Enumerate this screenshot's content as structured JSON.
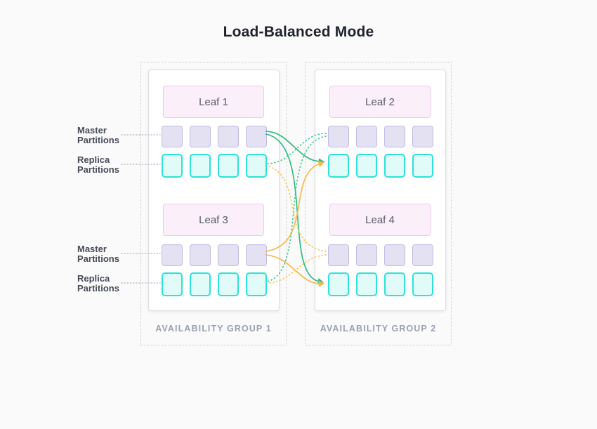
{
  "title": "Load-Balanced Mode",
  "side_labels": [
    {
      "line1": "Master",
      "line2": "Partitions"
    },
    {
      "line1": "Replica",
      "line2": "Partitions"
    },
    {
      "line1": "Master",
      "line2": "Partitions"
    },
    {
      "line1": "Replica",
      "line2": "Partitions"
    }
  ],
  "groups": [
    {
      "label": "AVAILABILITY GROUP 1",
      "leaves": [
        {
          "name": "Leaf 1",
          "master_partitions": 4,
          "replica_partitions": 4
        },
        {
          "name": "Leaf 3",
          "master_partitions": 4,
          "replica_partitions": 4
        }
      ]
    },
    {
      "label": "AVAILABILITY GROUP 2",
      "leaves": [
        {
          "name": "Leaf 2",
          "master_partitions": 4,
          "replica_partitions": 4
        },
        {
          "name": "Leaf 4",
          "master_partitions": 4,
          "replica_partitions": 4
        }
      ]
    }
  ],
  "connections": [
    {
      "from": "Leaf 1 master partitions",
      "to": "Leaf 2 replica partitions",
      "style": "solid",
      "color": "#33bd82",
      "arrow": true
    },
    {
      "from": "Leaf 1 master partitions",
      "to": "Leaf 4 replica partitions",
      "style": "solid",
      "color": "#33bd82",
      "arrow": true
    },
    {
      "from": "Leaf 3 master partitions",
      "to": "Leaf 2 replica partitions",
      "style": "solid",
      "color": "#f5b94a",
      "arrow": true
    },
    {
      "from": "Leaf 3 master partitions",
      "to": "Leaf 4 replica partitions",
      "style": "solid",
      "color": "#f5b94a",
      "arrow": true
    },
    {
      "from": "Leaf 2 master partitions",
      "to": "Leaf 1 replica partitions",
      "style": "dotted",
      "color": "#3fca8e",
      "arrow": false
    },
    {
      "from": "Leaf 2 master partitions",
      "to": "Leaf 3 replica partitions",
      "style": "dotted",
      "color": "#3fca8e",
      "arrow": false
    },
    {
      "from": "Leaf 4 master partitions",
      "to": "Leaf 1 replica partitions",
      "style": "dotted",
      "color": "#f8c35e",
      "arrow": false
    },
    {
      "from": "Leaf 4 master partitions",
      "to": "Leaf 3 replica partitions",
      "style": "dotted",
      "color": "#f8c35e",
      "arrow": false
    }
  ],
  "colors": {
    "background": "#fafafa",
    "title_text": "#20242f",
    "master_square_fill": "#e4e1f3",
    "master_square_border": "#c2bbe2",
    "replica_square_fill": "#e1fbf9",
    "replica_square_border": "#2ee1da",
    "leaf_box_fill": "#fbeffa",
    "leaf_box_border": "#f0c6ec",
    "solid_green_link": "#33bd82",
    "solid_orange_link": "#f5b94a",
    "dotted_green_link": "#3fca8e",
    "dotted_orange_link": "#f8c35e",
    "group_label_text": "#9aa1b1"
  }
}
